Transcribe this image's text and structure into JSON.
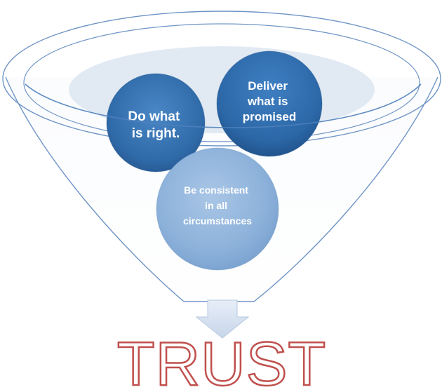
{
  "diagram": {
    "circles": [
      {
        "id": "do-what-is-right",
        "lines": [
          "Do what",
          "is right."
        ]
      },
      {
        "id": "deliver-what-is-promised",
        "lines": [
          "Deliver",
          "what is",
          "promised"
        ]
      },
      {
        "id": "be-consistent",
        "lines": [
          "Be consistent",
          "in all",
          "circumstances"
        ]
      }
    ],
    "result": {
      "label": "TRUST"
    },
    "colors": {
      "funnel_stroke": "#4f81bd",
      "circle_dark": "#2f6aa8",
      "circle_light": "#8fb4dc",
      "arrow": "#d3dfee",
      "result_outline": "#c0504d"
    }
  }
}
